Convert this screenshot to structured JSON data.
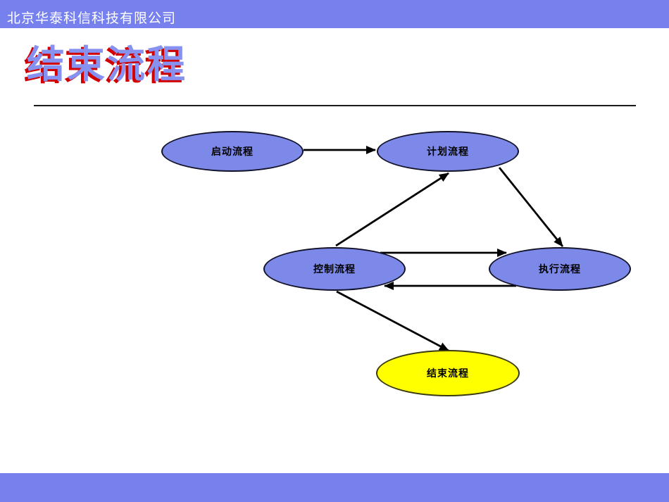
{
  "header": {
    "company_name": "北京华泰科信科技有限公司"
  },
  "slide": {
    "title": "结束流程"
  },
  "diagram": {
    "nodes": [
      {
        "id": "start",
        "label": "启动流程",
        "fill": "#7d89e8"
      },
      {
        "id": "plan",
        "label": "计划流程",
        "fill": "#7d89e8"
      },
      {
        "id": "control",
        "label": "控制流程",
        "fill": "#7d89e8"
      },
      {
        "id": "execute",
        "label": "执行流程",
        "fill": "#7d89e8"
      },
      {
        "id": "end",
        "label": "结束流程",
        "fill": "#ffff00"
      }
    ],
    "edges": [
      {
        "from": "start",
        "to": "plan"
      },
      {
        "from": "control",
        "to": "plan"
      },
      {
        "from": "plan",
        "to": "execute"
      },
      {
        "from": "control",
        "to": "execute"
      },
      {
        "from": "execute",
        "to": "control"
      },
      {
        "from": "control",
        "to": "end"
      }
    ]
  },
  "colors": {
    "band": "#7781ee",
    "node_blue": "#7d89e8",
    "node_yellow": "#ffff00",
    "node_border": "#12122a",
    "title_blue": "#8791f0",
    "title_red_shadow": "#d10000",
    "arrow": "#000000"
  }
}
